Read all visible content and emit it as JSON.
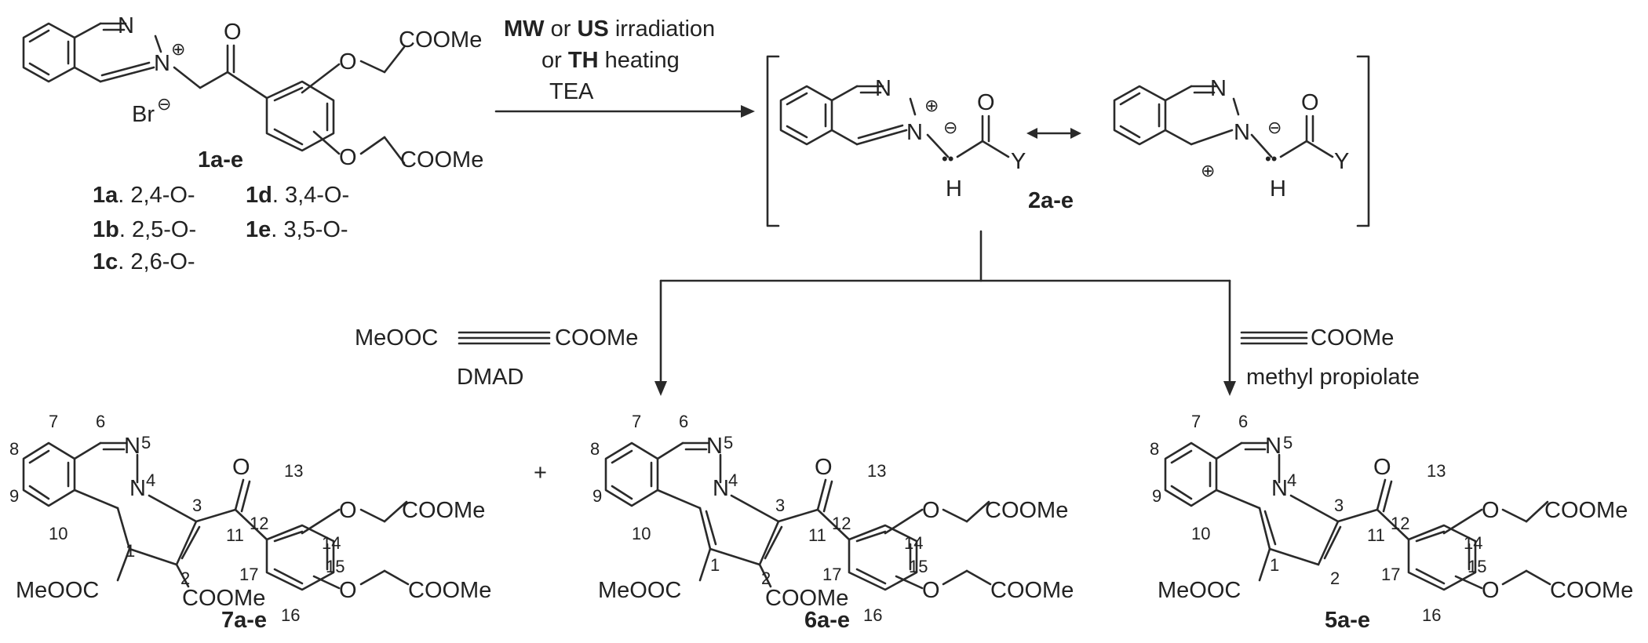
{
  "conditions": {
    "mw": "MW",
    "or1": "or",
    "us": "US",
    "irradiation": "irradiation",
    "or2": "or",
    "th": "TH",
    "heating": "heating",
    "base": "TEA"
  },
  "reactant": {
    "label": "1a-e",
    "variants": [
      {
        "id": "1a",
        "subst": ". 2,4-O-"
      },
      {
        "id": "1b",
        "subst": ". 2,5-O-"
      },
      {
        "id": "1c",
        "subst": ". 2,6-O-"
      },
      {
        "id": "1d",
        "subst": ". 3,4-O-"
      },
      {
        "id": "1e",
        "subst": ". 3,5-O-"
      }
    ]
  },
  "ylide": {
    "label": "2a-e"
  },
  "reagents": {
    "dmad_left": "MeOOC",
    "dmad_right": "COOMe",
    "dmad_name": "DMAD",
    "propiolate_group": "COOMe",
    "propiolate_name": "methyl propiolate"
  },
  "atoms": {
    "N": "N",
    "O": "O",
    "Y": "Y",
    "H": "H",
    "Br": "Br",
    "COOMe": "COOMe",
    "MeOOC": "MeOOC",
    "COOMe_long": "COOMe",
    "plus_charge": "⊕",
    "minus_charge": "⊖",
    "lone_pair": "••"
  },
  "products": {
    "p7": "7a-e",
    "p6": "6a-e",
    "p5": "5a-e",
    "plus": "+"
  },
  "numbering": [
    "1",
    "2",
    "3",
    "4",
    "5",
    "6",
    "7",
    "8",
    "9",
    "10",
    "11",
    "12",
    "13",
    "14",
    "15",
    "16",
    "17"
  ]
}
